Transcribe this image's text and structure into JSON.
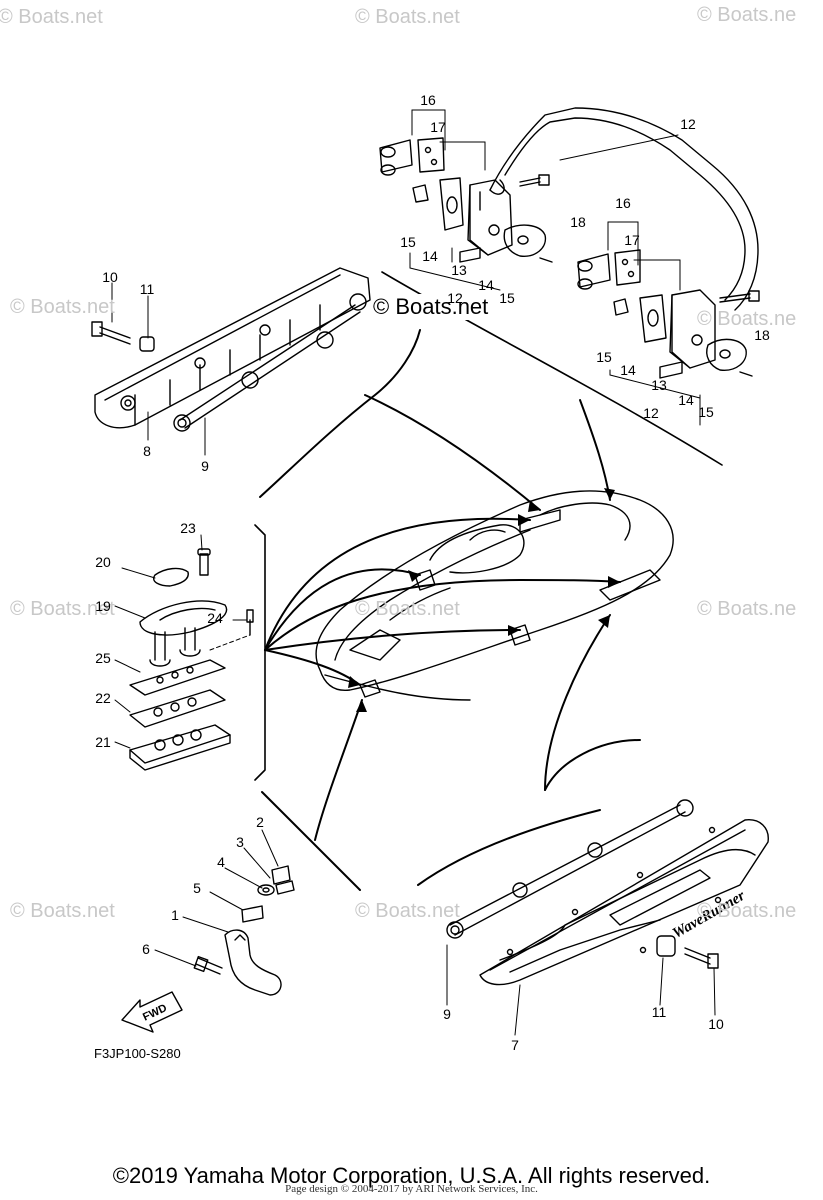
{
  "watermarks": [
    "© Boats.net",
    "© Boats.net",
    "© Boats.ne",
    "© Boats.net",
    "© Boats.ne",
    "© Boats.net",
    "© Boats.net",
    "© Boats.ne",
    "© Boats.net",
    "© Boats.net",
    "© Boats.ne"
  ],
  "brand_watermark": "© Boats.net",
  "callouts": [
    "16",
    "17",
    "12",
    "18",
    "16",
    "17",
    "15",
    "14",
    "13",
    "12",
    "14",
    "15",
    "18",
    "15",
    "14",
    "13",
    "12",
    "14",
    "15",
    "10",
    "11",
    "8",
    "9",
    "23",
    "20",
    "19",
    "24",
    "25",
    "22",
    "21",
    "2",
    "3",
    "4",
    "5",
    "1",
    "6",
    "9",
    "11",
    "10",
    "7"
  ],
  "fwd_label": "FWD",
  "wave_runner_label": "WaveRunner",
  "part_code": "F3JP100-S280",
  "copyright": "©2019 Yamaha Motor Corporation, U.S.A. All rights reserved.",
  "page_design": "Page design © 2004-2017 by ARI Network Services, Inc."
}
